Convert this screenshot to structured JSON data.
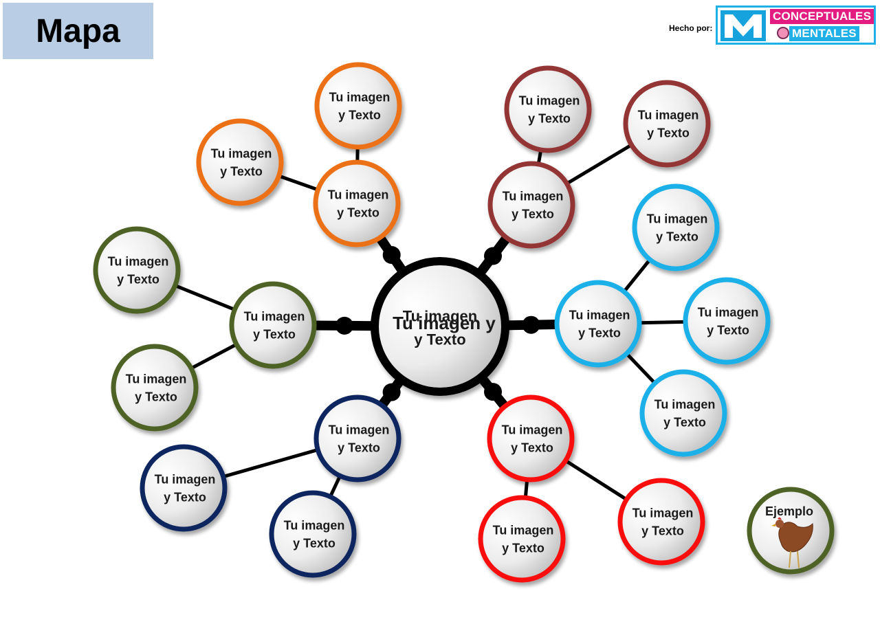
{
  "header": {
    "title": "Mapa",
    "credit_label": "Hecho por:"
  },
  "logo": {
    "line1": "CONCEPTUALES",
    "line2": "MENTALES",
    "letter": "M"
  },
  "center": {
    "line1": "Tu imagen",
    "line2": "y Texto",
    "overlay": "Tu imagen y"
  },
  "nodes": [
    {
      "line1": "Tu imagen",
      "line2": "y Texto"
    }
  ],
  "example": {
    "label": "Ejemplo",
    "image": "hen"
  },
  "colors": {
    "orange": "#ec7014",
    "maroon": "#943634",
    "lightblue": "#1fb0e8",
    "red": "#fa0a0a",
    "navy": "#10265e",
    "olive": "#4f6228",
    "center": "#000000"
  }
}
